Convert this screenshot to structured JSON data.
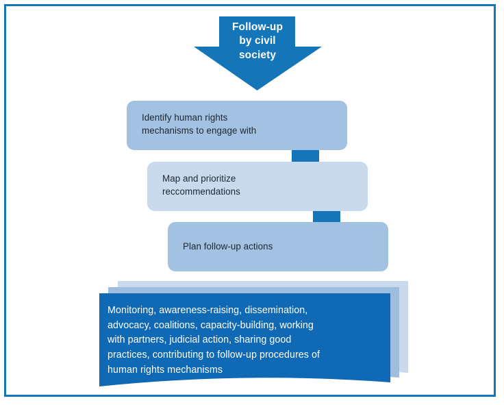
{
  "diagram": {
    "title": "Follow-up by civil society flow",
    "colors": {
      "frame_border": "#1476B8",
      "arrow_dark_blue": "#1476B8",
      "box_light_blue": "#A3C2E1",
      "box_lighter_blue": "#C8DAEC",
      "stack_dark_blue": "#1069B4",
      "stack_shadow_mid": "#9FBDDC",
      "stack_shadow_back": "#C8DAEC",
      "text_dark": "#1B2733",
      "text_white": "#FFFFFF",
      "page_background": "#FFFFFF"
    },
    "header_arrow": {
      "label_lines": [
        "Follow-up",
        "by civil",
        "society"
      ],
      "label_text": "Follow-up by civil society",
      "shape": "down-arrow",
      "fill": "#1476B8"
    },
    "steps": [
      {
        "id": "step-1",
        "lines": [
          "Identify human rights",
          "mechanisms to engage with"
        ],
        "text": "Identify human rights mechanisms to engage with",
        "fill": "#A3C2E1"
      },
      {
        "id": "step-2",
        "lines": [
          "Map and prioritize",
          "reccommendations"
        ],
        "text": "Map and prioritize reccommendations",
        "fill": "#C8DAEC"
      },
      {
        "id": "step-3",
        "lines": [
          "Plan follow-up actions"
        ],
        "text": "Plan follow-up actions",
        "fill": "#A3C2E1"
      }
    ],
    "connector_arrows": [
      {
        "id": "arrow-1",
        "from": "step-1",
        "to": "step-2",
        "shape": "down-arrow"
      },
      {
        "id": "arrow-2",
        "from": "step-2",
        "to": "step-3",
        "shape": "down-arrow"
      }
    ],
    "outcome": {
      "id": "outcome-stack",
      "shape": "stacked-documents",
      "fill": "#1069B4",
      "lines": [
        "Monitoring,  awareness-raising, dissemination,",
        "advocacy, coalitions,  capacity-building, working",
        "with partners, judicial action, sharing good",
        "practices, contributing to follow-up procedures of",
        "human rights mechanisms"
      ],
      "text": "Monitoring, awareness-raising, dissemination, advocacy, coalitions, capacity-building, working with partners, judicial action, sharing good practices, contributing to follow-up procedures of human rights mechanisms"
    }
  }
}
